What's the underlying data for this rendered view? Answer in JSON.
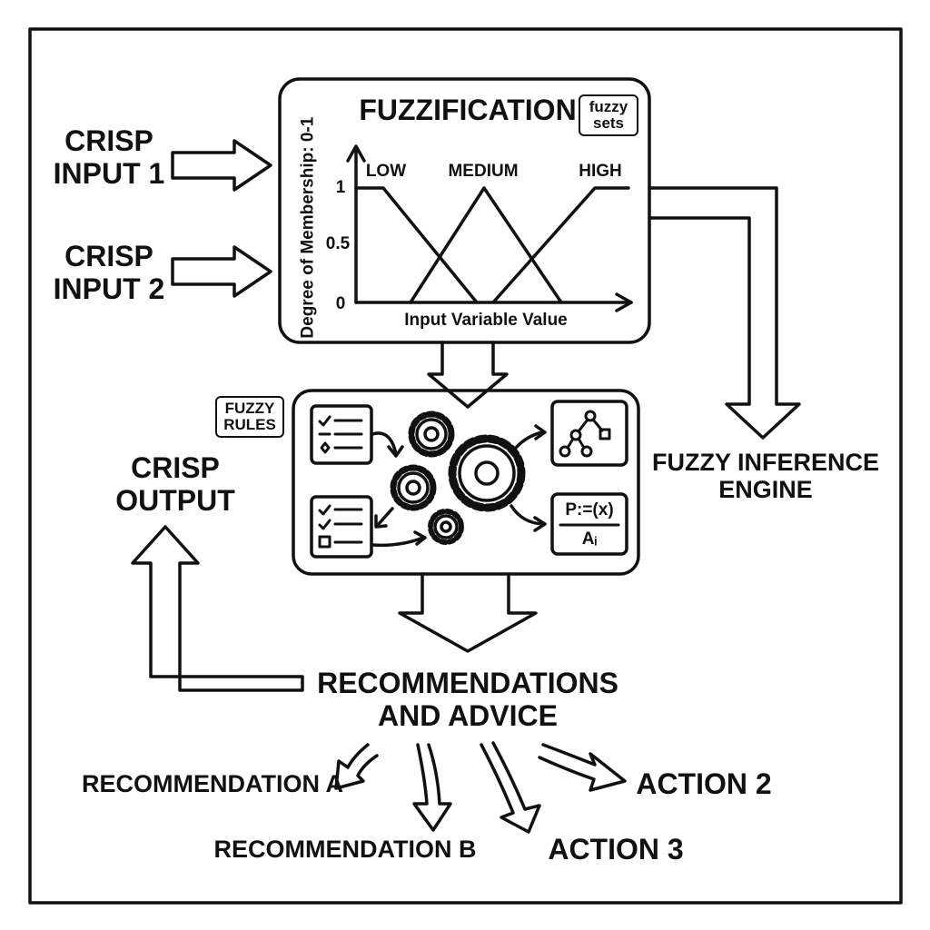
{
  "inputs": {
    "input1_line1": "CRISP",
    "input1_line2": "INPUT 1",
    "input2_line1": "CRISP",
    "input2_line2": "INPUT 2"
  },
  "fuzzification": {
    "title": "FUZZIFICATION",
    "tag_line1": "fuzzy",
    "tag_line2": "sets",
    "y_axis_label": "Degree of Membership: 0-1",
    "x_axis_label": "Input Variable Value",
    "y_ticks": [
      "1",
      "0.5",
      "0"
    ],
    "sets": [
      "LOW",
      "MEDIUM",
      "HIGH"
    ]
  },
  "rules": {
    "tag_line1": "FUZZY",
    "tag_line2": "RULES",
    "formula_top": "P:=(x)",
    "formula_bottom": "Aᵢ"
  },
  "engine": {
    "line1": "FUZZY INFERENCE",
    "line2": "ENGINE"
  },
  "output": {
    "line1": "CRISP",
    "line2": "OUTPUT"
  },
  "recommendations": {
    "title_line1": "RECOMMENDATIONS",
    "title_line2": "AND ADVICE",
    "items": [
      "RECOMMENDATION A",
      "RECOMMENDATION B",
      "ACTION 3",
      "ACTION 2"
    ]
  },
  "colors": {
    "ink": "#111111",
    "paper": "#ffffff"
  }
}
